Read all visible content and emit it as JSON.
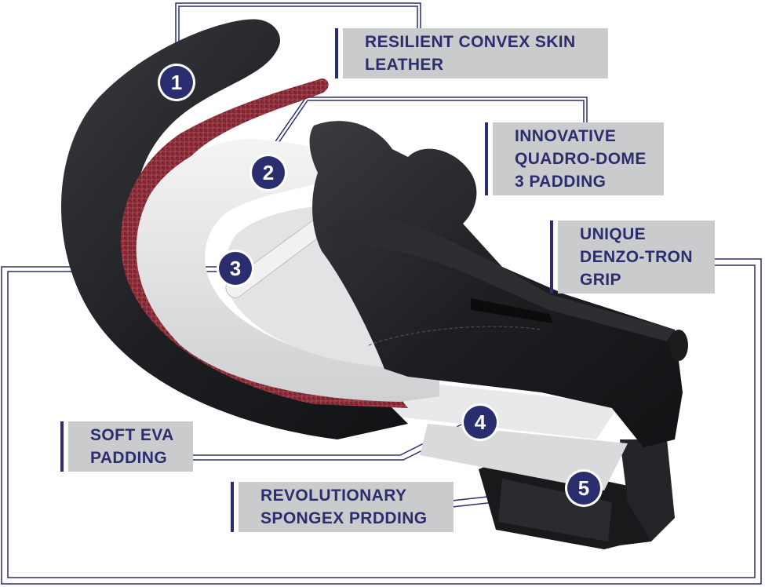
{
  "callouts": [
    {
      "number": "1",
      "lines": [
        "RESILIENT CONVEX SKIN",
        "LEATHER"
      ]
    },
    {
      "number": "2",
      "lines": [
        "INNOVATIVE",
        "QUADRO-DOME",
        "3 PADDING"
      ]
    },
    {
      "number": "3",
      "lines": [
        "UNIQUE",
        "DENZO-TRON",
        "GRIP"
      ]
    },
    {
      "number": "4",
      "lines": [
        "SOFT EVA",
        "PADDING"
      ]
    },
    {
      "number": "5",
      "lines": [
        "REVOLUTIONARY",
        "SPONGEX PRDDING"
      ]
    }
  ],
  "colors": {
    "accent": "#2b2e6e",
    "label_background": "#c9cbcd",
    "glove_leather": "#1e1f22",
    "glove_lining": "#8a2a35",
    "padding_foam": "#e4e5e6"
  }
}
